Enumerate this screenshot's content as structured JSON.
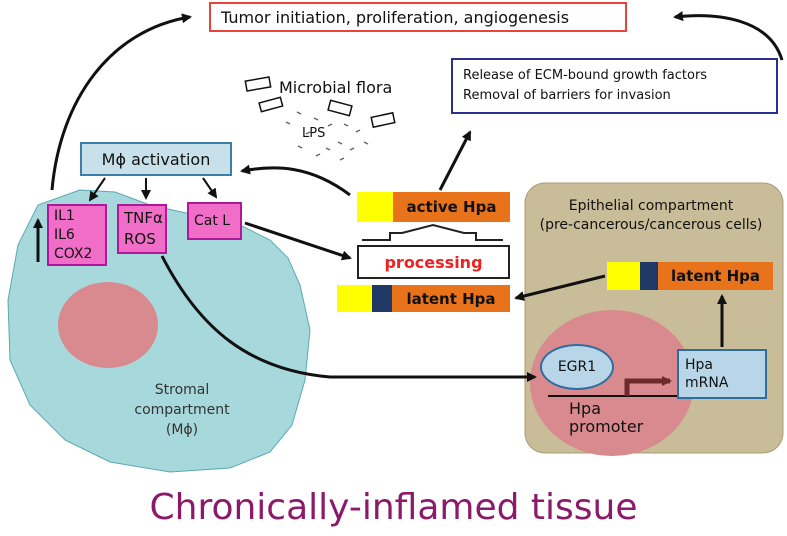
{
  "outputs": {
    "tumor": "Tumor initiation, proliferation, angiogenesis",
    "release_line1": "Release of ECM-bound growth factors",
    "release_line2": "Removal of barriers for invasion"
  },
  "microbial": {
    "label": "Microbial flora",
    "lps": "LPS"
  },
  "stromal": {
    "mphi_activation": "Mϕ activation",
    "cytokines": [
      "IL1",
      "IL6",
      "COX2"
    ],
    "tnf": "TNFα",
    "ros": "ROS",
    "catl": "Cat L",
    "label_lines": [
      "Stromal",
      "compartment",
      "(Mϕ)"
    ]
  },
  "center": {
    "active_hpa": "active Hpa",
    "processing": "processing",
    "latent_hpa": "latent Hpa"
  },
  "epithelial": {
    "title_line1": "Epithelial compartment",
    "title_line2": "(pre-cancerous/cancerous cells)",
    "latent_hpa": "latent Hpa",
    "egr1": "EGR1",
    "mrna_line1": "Hpa",
    "mrna_line2": "mRNA",
    "promoter_line1": "Hpa",
    "promoter_line2": "promoter"
  },
  "title": "Chronically-inflamed tissue",
  "colors": {
    "cell_fill": "#a7d9dc",
    "nucleus_fill": "#d98a8e",
    "epithelial_fill": "#c8bd98",
    "pink_box": "#f06ec8",
    "hpa_orange": "#e8731a",
    "hpa_yellow": "#ffff00",
    "hpa_navy": "#1f3864",
    "title_color": "#8b1a6b"
  }
}
